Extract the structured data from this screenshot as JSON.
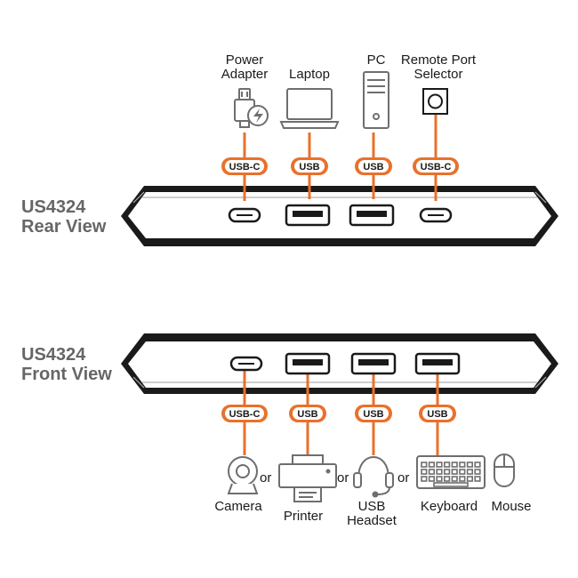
{
  "rear": {
    "title": "US4324",
    "subtitle": "Rear View",
    "devices": [
      {
        "label_line1": "Power",
        "label_line2": "Adapter",
        "port": "USB-C",
        "icon": "power-adapter-icon"
      },
      {
        "label_line1": "Laptop",
        "label_line2": "",
        "port": "USB",
        "icon": "laptop-icon"
      },
      {
        "label_line1": "PC",
        "label_line2": "",
        "port": "USB",
        "icon": "pc-tower-icon"
      },
      {
        "label_line1": "Remote Port",
        "label_line2": "Selector",
        "port": "USB-C",
        "icon": "remote-port-selector-icon"
      }
    ]
  },
  "front": {
    "title": "US4324",
    "subtitle": "Front View",
    "ports": [
      "USB-C",
      "USB",
      "USB",
      "USB"
    ],
    "devices": [
      {
        "label_line1": "Camera",
        "label_line2": "",
        "icon": "camera-icon"
      },
      {
        "label_line1": "Printer",
        "label_line2": "",
        "icon": "printer-icon"
      },
      {
        "label_line1": "USB",
        "label_line2": "Headset",
        "icon": "headset-icon"
      },
      {
        "label_line1": "Keyboard",
        "label_line2": "",
        "icon": "keyboard-icon"
      },
      {
        "label_line1": "Mouse",
        "label_line2": "",
        "icon": "mouse-icon"
      }
    ],
    "or_word": "or"
  },
  "colors": {
    "accent": "#E8712C",
    "body_outline": "#1a1a1a",
    "icon_gray": "#6e6e6e",
    "label_gray": "#666666"
  }
}
